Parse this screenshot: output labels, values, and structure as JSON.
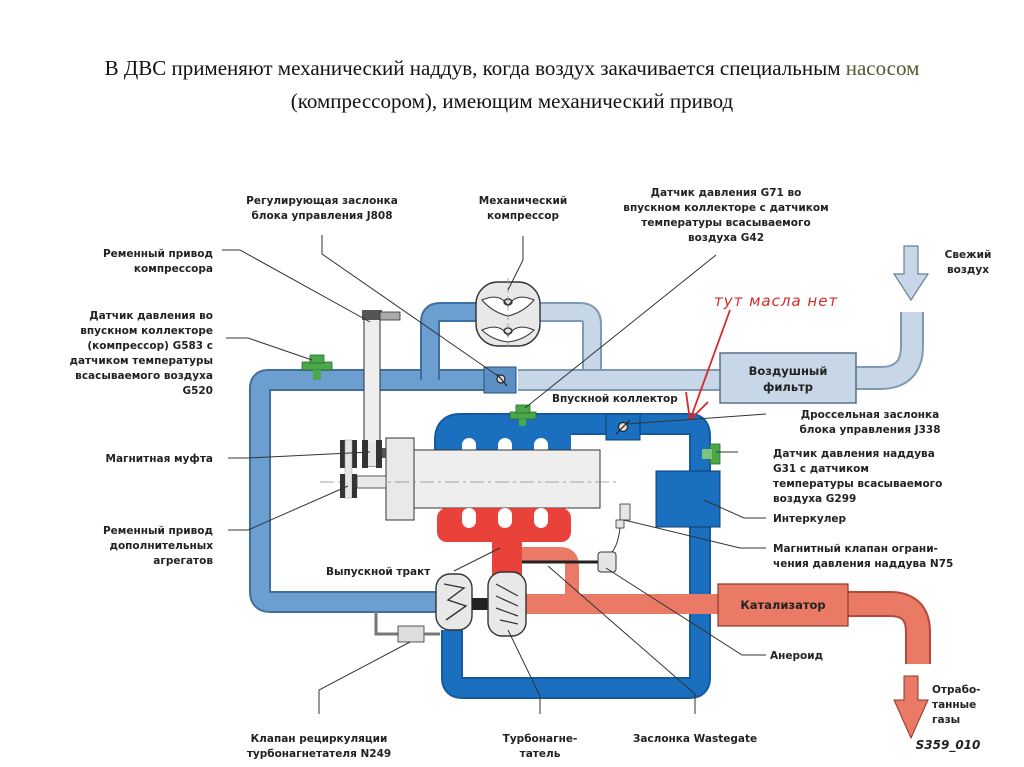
{
  "slide": {
    "title_line1_main": "В ДВС применяют механический наддув, когда воздух закачивается специальным ",
    "title_line1_accent": "насосом",
    "title_line2": "(компрессором), имеющим механический привод",
    "accent_color": "#4f5a2e"
  },
  "diagram": {
    "colors": {
      "intake_light": "#c7d7e8",
      "intake_mid": "#6c9fd0",
      "intake_dark": "#1b6fbf",
      "exhaust_hot": "#e8423a",
      "exhaust_warm": "#ea7a65",
      "sensor": "#4aa84a",
      "engine": "#eeeeee",
      "annotation": "#d62a2a"
    },
    "labels": {
      "regulating_flap": [
        "Регулирующая заслонка",
        "блока управления J808"
      ],
      "mech_compressor": [
        "Механический",
        "компрессор"
      ],
      "pressure_sensor_g71": [
        "Датчик давления G71 во",
        "впускном коллекторе с датчиком",
        "температуры всасываемого",
        "воздуха G42"
      ],
      "fresh_air": [
        "Свежий",
        "воздух"
      ],
      "belt_drive_compressor": [
        "Ременный привод",
        "компрессора"
      ],
      "pressure_sensor_g583": [
        "Датчик давления во",
        "впускном коллекторе",
        "(компрессор) G583 с",
        "датчиком температуры",
        "всасываемого воздуха",
        "G520"
      ],
      "air_filter": [
        "Воздушный",
        "фильтр"
      ],
      "intake_manifold": "Впускной коллектор",
      "throttle_j338": [
        "Дроссельная заслонка",
        "блока управления J338"
      ],
      "magnetic_clutch": "Магнитная муфта",
      "boost_sensor_g31": [
        "Датчик давления наддува",
        "G31 с датчиком",
        "температуры всасываемого",
        "воздуха G299"
      ],
      "intercooler": "Интеркулер",
      "belt_drive_aux": [
        "Ременный привод",
        "дополнительных",
        "агрегатов"
      ],
      "solenoid_n75": [
        "Магнитный клапан ограни-",
        "чения давления наддува N75"
      ],
      "exhaust_tract": "Выпускной тракт",
      "catalyst": "Катализатор",
      "aneroid": "Анероид",
      "exhaust_gases": [
        "Отрабо-",
        "танные",
        "газы"
      ],
      "recirc_valve_n249": [
        "Клапан рециркуляции",
        "турбонагнетателя N249"
      ],
      "turbocharger": [
        "Турбонагне-",
        "татель"
      ],
      "wastegate": "Заслонка Wastegate",
      "figure_code": "S359_010"
    },
    "annotation_note": "тут масла нет"
  }
}
